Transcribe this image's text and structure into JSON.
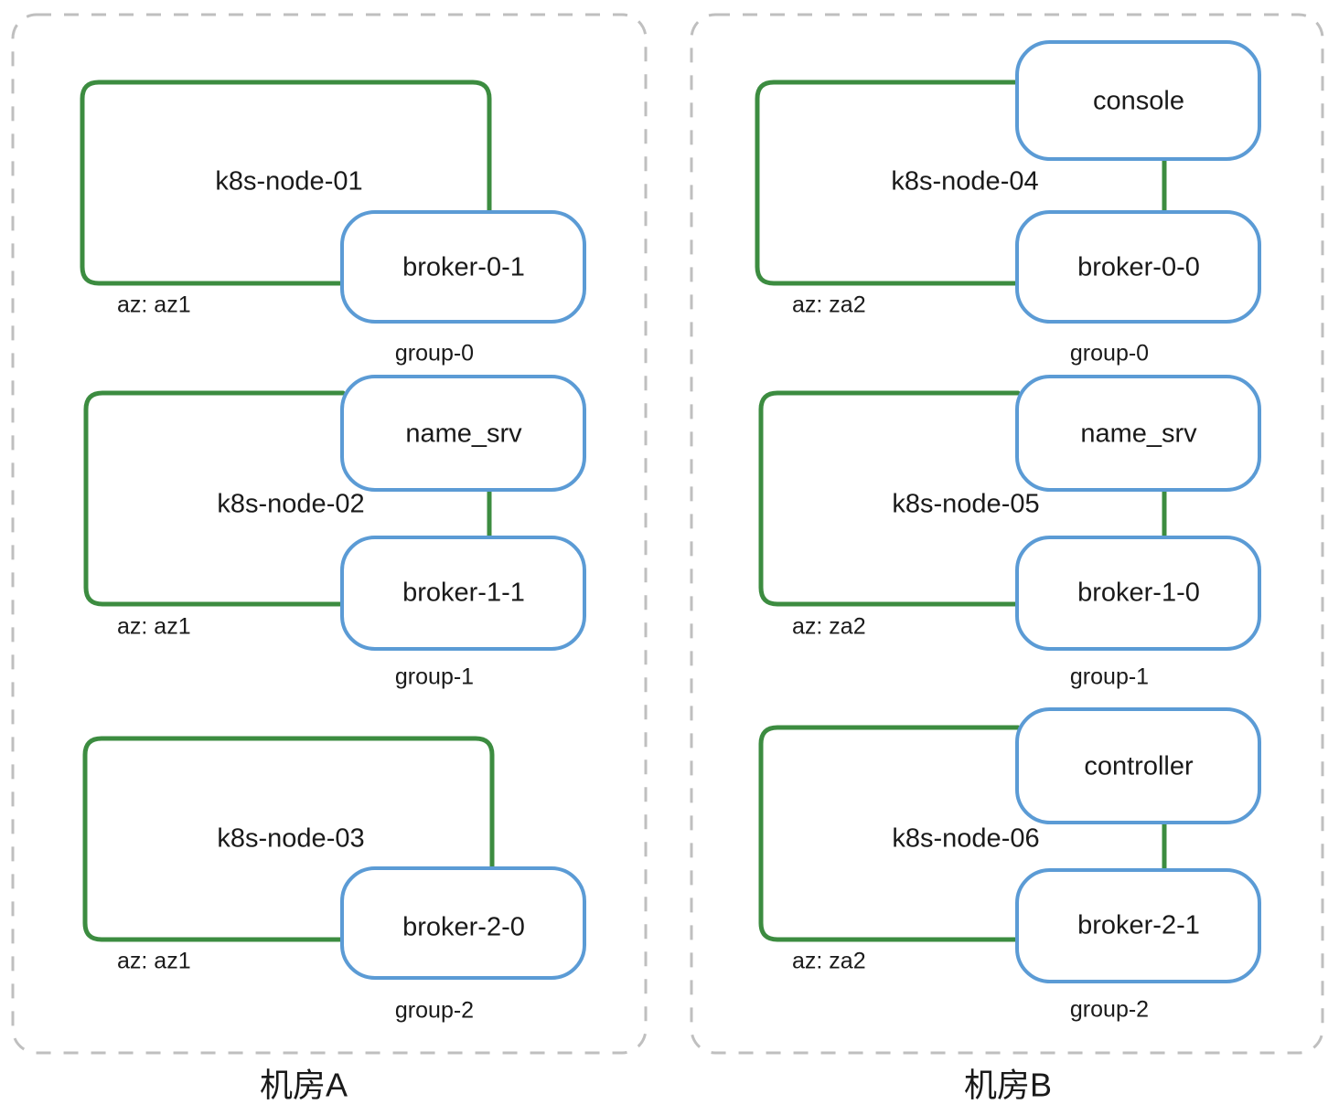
{
  "datacenters": [
    {
      "id": "dc-a",
      "label": "机房A",
      "nodes": [
        {
          "id": "k8s-node-01",
          "name": "k8s-node-01",
          "az": "az: az1",
          "pods": [
            {
              "id": "broker-0-1",
              "name": "broker-0-1",
              "group": "group-0"
            }
          ]
        },
        {
          "id": "k8s-node-02",
          "name": "k8s-node-02",
          "az": "az: az1",
          "pods": [
            {
              "id": "name_srv-02",
              "name": "name_srv",
              "group": ""
            },
            {
              "id": "broker-1-1",
              "name": "broker-1-1",
              "group": "group-1"
            }
          ]
        },
        {
          "id": "k8s-node-03",
          "name": "k8s-node-03",
          "az": "az: az1",
          "pods": [
            {
              "id": "broker-2-0",
              "name": "broker-2-0",
              "group": "group-2"
            }
          ]
        }
      ]
    },
    {
      "id": "dc-b",
      "label": "机房B",
      "nodes": [
        {
          "id": "k8s-node-04",
          "name": "k8s-node-04",
          "az": "az: za2",
          "pods": [
            {
              "id": "console",
              "name": "console",
              "group": ""
            },
            {
              "id": "broker-0-0",
              "name": "broker-0-0",
              "group": "group-0"
            }
          ]
        },
        {
          "id": "k8s-node-05",
          "name": "k8s-node-05",
          "az": "az: za2",
          "pods": [
            {
              "id": "name_srv-05",
              "name": "name_srv",
              "group": ""
            },
            {
              "id": "broker-1-0",
              "name": "broker-1-0",
              "group": "group-1"
            }
          ]
        },
        {
          "id": "k8s-node-06",
          "name": "k8s-node-06",
          "az": "az: za2",
          "pods": [
            {
              "id": "controller",
              "name": "controller",
              "group": ""
            },
            {
              "id": "broker-2-1",
              "name": "broker-2-1",
              "group": "group-2"
            }
          ]
        }
      ]
    }
  ],
  "labels": {
    "dc_a_title": "机房A",
    "dc_b_title": "机房B",
    "node_01": "k8s-node-01",
    "node_02": "k8s-node-02",
    "node_03": "k8s-node-03",
    "node_04": "k8s-node-04",
    "node_05": "k8s-node-05",
    "node_06": "k8s-node-06",
    "az_a_1": "az: az1",
    "az_a_2": "az: az1",
    "az_a_3": "az: az1",
    "az_b_4": "az: za2",
    "az_b_5": "az: za2",
    "az_b_6": "az: za2",
    "pod_broker_0_1": "broker-0-1",
    "pod_name_srv_a": "name_srv",
    "pod_broker_1_1": "broker-1-1",
    "pod_broker_2_0": "broker-2-0",
    "pod_console": "console",
    "pod_broker_0_0": "broker-0-0",
    "pod_name_srv_b": "name_srv",
    "pod_broker_1_0": "broker-1-0",
    "pod_controller": "controller",
    "pod_broker_2_1": "broker-2-1",
    "group_a_0": "group-0",
    "group_a_1": "group-1",
    "group_a_2": "group-2",
    "group_b_0": "group-0",
    "group_b_1": "group-1",
    "group_b_2": "group-2"
  },
  "colors": {
    "node_stroke": "#3c8c40",
    "pod_stroke": "#5b9bd5",
    "dc_border": "#bfbfbf",
    "text": "#1a1a1a",
    "background": "#ffffff"
  }
}
